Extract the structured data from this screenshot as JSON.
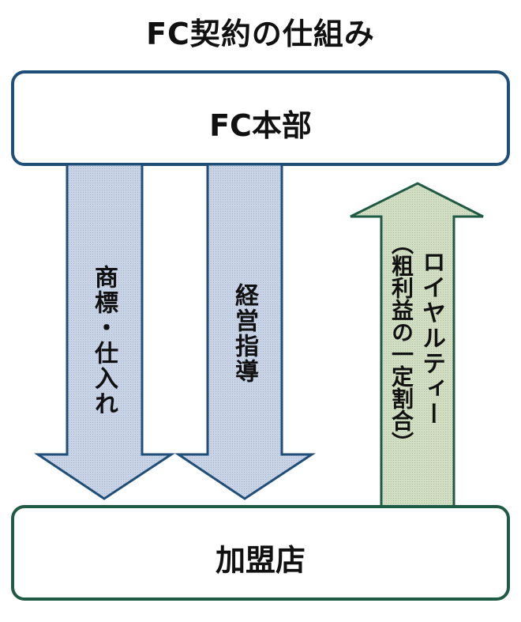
{
  "title": "FC契約の仕組み",
  "nodes": {
    "headquarters": {
      "label": "FC本部",
      "border_color": "#1f4e79"
    },
    "franchisee": {
      "label": "加盟店",
      "border_color": "#1e5a44"
    }
  },
  "arrows": [
    {
      "id": "trademark-supply",
      "direction": "down",
      "label": "商標・仕入れ",
      "fill": "#c5d0e3",
      "stroke": "#1f4e79"
    },
    {
      "id": "management-guidance",
      "direction": "down",
      "label": "経営指導",
      "fill": "#c5d0e3",
      "stroke": "#1f4e79"
    },
    {
      "id": "royalty",
      "direction": "up",
      "label_main": "ロイヤルティー",
      "label_sub": "（粗利益の一定割合）",
      "fill": "#cfdcbf",
      "stroke": "#1e5a44"
    }
  ]
}
